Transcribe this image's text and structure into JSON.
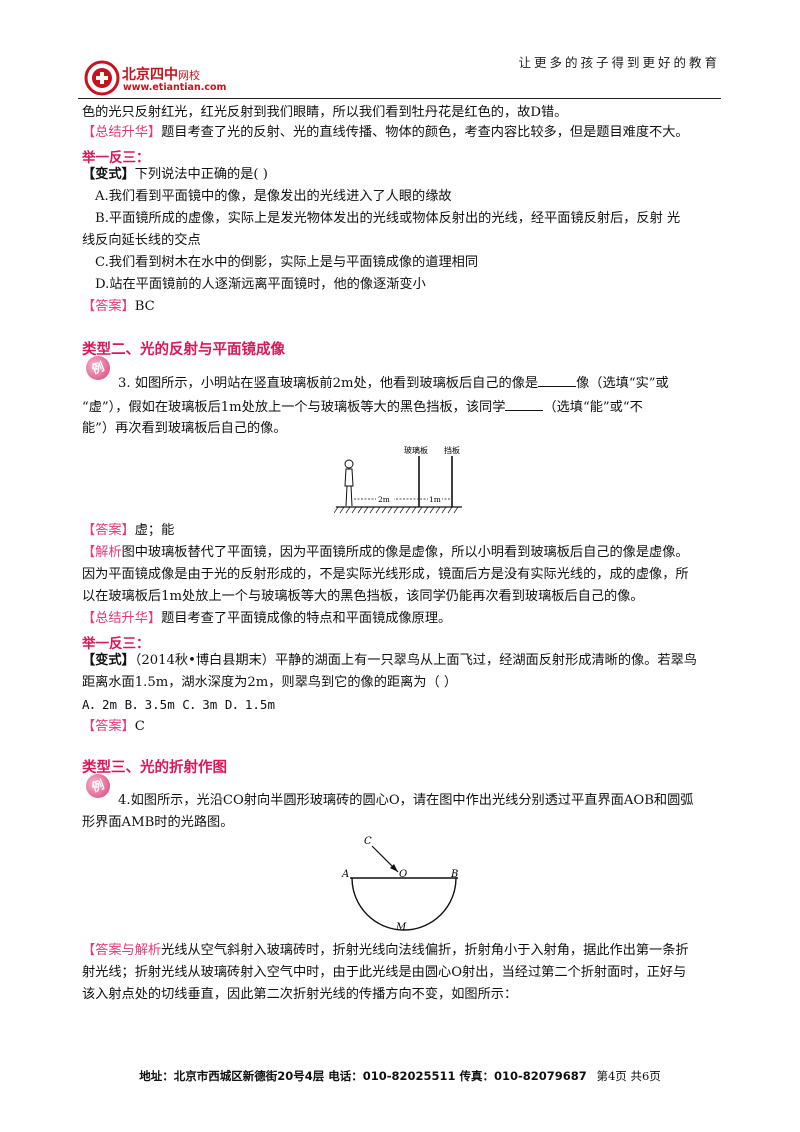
{
  "header": {
    "logo_name": "北京四中",
    "logo_suffix": "网校",
    "logo_url": "www.etiantian.com",
    "slogan": "让更多的孩子得到更好的教育"
  },
  "lines": {
    "l1": "色的光只反射红光，红光反射到我们眼睛，所以我们看到牡丹花是红色的，故D错。",
    "l2_tag": "【总结升华】",
    "l2": "题目考查了光的反射、光的直线传播、物体的颜色，考查内容比较多，但是题目难度不大。",
    "jyfs1": "举一反三：",
    "bs1_tag": "【变式】",
    "bs1": "下列说法中正确的是(        )",
    "optA": "A.我们看到平面镜中的像，是像发出的光线进入了人眼的缘故",
    "optB1": "B.平面镜所成的虚像，实际上是发光物体发出的光线或物体反射出的光线，经平面镜反射后，反射  光",
    "optB2": "线反向延长线的交点",
    "optC": "C.我们看到树木在水中的倒影，实际上是与平面镜成像的道理相同",
    "optD": "D.站在平面镜前的人逐渐远离平面镜时，他的像逐渐变小",
    "ans1_tag": "【答案】",
    "ans1": "BC"
  },
  "section2": {
    "title": "类型二、光的反射与平面镜成像",
    "badge": "例",
    "q_a": "3. 如图所示，小明站在竖直玻璃板前2m处，他看到玻璃板后自己的像是",
    "q_b": "像（选填“实”或",
    "q2_a": "“虚”），假如在玻璃板后1m处放上一个与玻璃板等大的黑色挡板，该同学",
    "q2_b": "（选填“能”或“不",
    "q3": "能”）再次看到玻璃板后自己的像。",
    "fig_label_glass": "玻璃板",
    "fig_label_board": "挡板",
    "fig_dist1": "2m",
    "fig_dist2": "1m",
    "ans_tag": "【答案】",
    "ans": "虚；能",
    "jx_tag": "【解析",
    "jx1": "图中玻璃板替代了平面镜，因为平面镜所成的像是虚像，所以小明看到玻璃板后自己的像是虚像。",
    "jx2": "因为平面镜成像是由于光的反射形成的，不是实际光线形成，镜面后方是没有实际光线的，成的虚像，所",
    "jx3": "以在玻璃板后1m处放上一个与玻璃板等大的黑色挡板，该同学仍能再次看到玻璃板后自己的像。",
    "zj_tag": "【总结升华】",
    "zj": "题目考查了平面镜成像的特点和平面镜成像原理。",
    "jyfs": "举一反三：",
    "bs_tag": "【变式】",
    "bs1": "（2014秋•博白县期末）平静的湖面上有一只翠鸟从上面飞过，经湖面反射形成清晰的像。若翠鸟",
    "bs2": "距离水面1.5m，湖水深度为2m，则翠鸟到它的像的距离为（        ）",
    "opts": "A．2m      B．3.5m      C．3m      D．1.5m",
    "ans2_tag": "【答案】",
    "ans2": "C"
  },
  "section3": {
    "title": "类型三、光的折射作图",
    "badge": "例",
    "q1": "4.如图所示，光沿CO射向半圆形玻璃砖的圆心O，请在图中作出光线分别透过平直界面AOB和圆弧",
    "q2": "形界面AMB时的光路图。",
    "fig_C": "C",
    "fig_A": "A",
    "fig_O": "O",
    "fig_B": "B",
    "fig_M": "M",
    "ans_tag": "【答案与解析",
    "a1": "光线从空气斜射入玻璃砖时，折射光线向法线偏折，折射角小于入射角，据此作出第一条折",
    "a2": "射光线；折射光线从玻璃砖射入空气中时，由于此光线是由圆心O射出，当经过第二个折射面时，正好与",
    "a3": "该入射点处的切线垂直，因此第二次折射光线的传播方向不变，如图所示："
  },
  "footer": {
    "text": "地址：北京市西城区新德街20号4层  电话：010-82025511  传真：010-82079687",
    "page": "第4页  共6页"
  }
}
